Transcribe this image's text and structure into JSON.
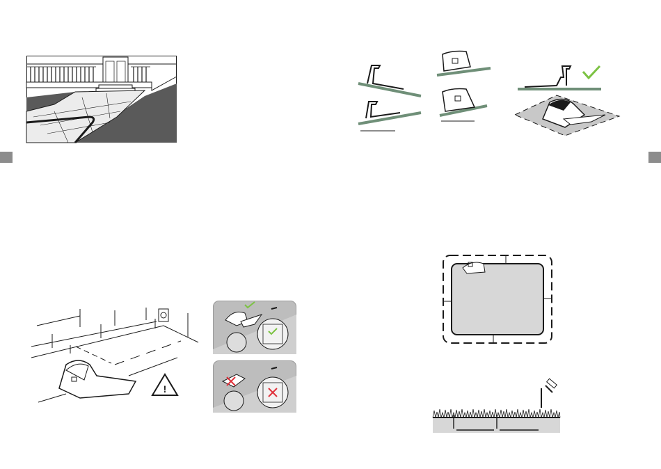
{
  "document": {
    "type": "robotic lawn mower installation manual spread",
    "pages": 2
  },
  "colors": {
    "ground_green": "#6f8f78",
    "check_green": "#7cc243",
    "cross_red": "#e0323c",
    "panel_gray": "#bdbdbd",
    "lawn_gray": "#d7d7d7",
    "tab_gray": "#8c8c8c",
    "line": "#1a1a1a"
  },
  "illustrations": [
    {
      "id": "entrance-area",
      "icon": "house-porch-lawn"
    },
    {
      "id": "slope-placement",
      "icon": "base-station-slope"
    },
    {
      "id": "level-placement-ok",
      "icon": "check-mark"
    },
    {
      "id": "base-station-wall",
      "icon": "warning-triangle"
    },
    {
      "id": "placement-correct",
      "icon": "check-mark"
    },
    {
      "id": "placement-wrong",
      "icon": "cross-mark"
    },
    {
      "id": "boundary-distance",
      "icon": "lawn-boundary"
    },
    {
      "id": "wire-pegs",
      "icon": "hammer-peg"
    }
  ],
  "warning": {
    "symbol": "!"
  }
}
